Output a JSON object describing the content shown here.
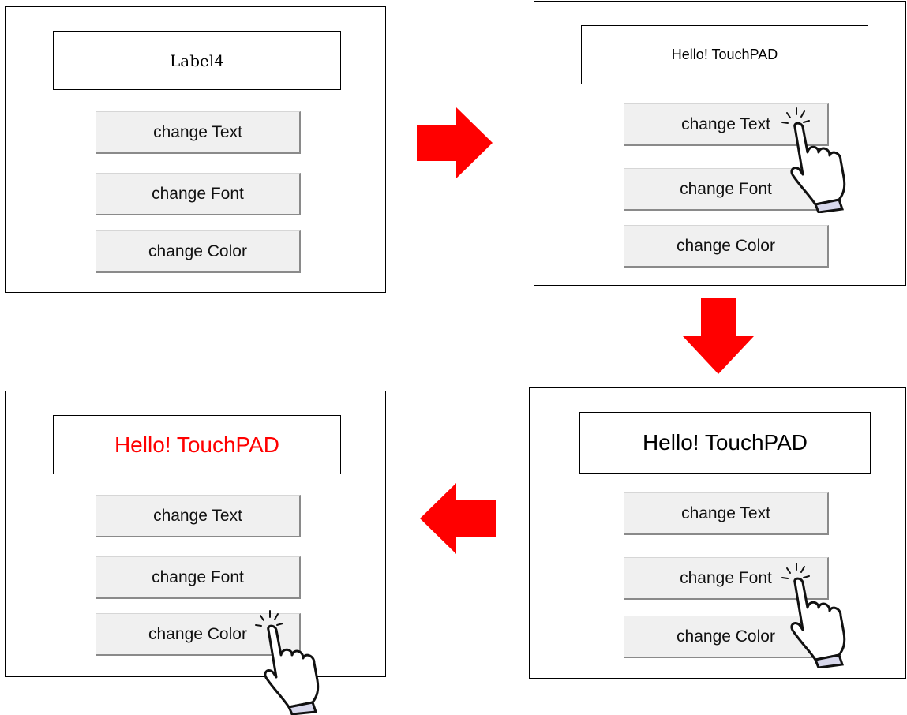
{
  "buttons": {
    "change_text": "change Text",
    "change_font": "change Font",
    "change_color": "change Color"
  },
  "panels": {
    "step1": {
      "label": "Label4"
    },
    "step2": {
      "label": "Hello! TouchPAD"
    },
    "step3": {
      "label": "Hello! TouchPAD"
    },
    "step4": {
      "label": "Hello! TouchPAD",
      "label_color": "#ff0000"
    }
  },
  "colors": {
    "arrow": "#ff0000"
  },
  "icons": [
    "arrow-right-icon",
    "arrow-down-icon",
    "arrow-left-icon",
    "tapping-hand-icon"
  ]
}
